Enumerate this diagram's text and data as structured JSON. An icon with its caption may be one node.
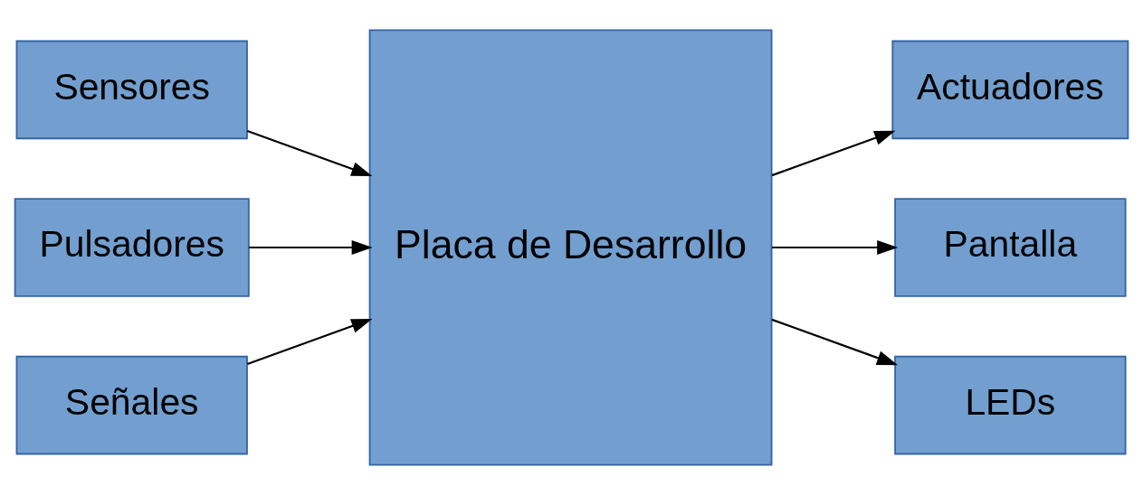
{
  "diagram": {
    "nodes": [
      {
        "text": [
          "Sensores"
        ]
      },
      {
        "text": [
          "Pulsadores"
        ]
      },
      {
        "text": [
          "Señales"
        ]
      },
      {
        "text": [
          "Placa de Desarrollo"
        ]
      },
      {
        "text": [
          "Actuadores"
        ]
      },
      {
        "text": [
          "Pantalla"
        ]
      },
      {
        "text": [
          "LEDs"
        ]
      }
    ],
    "edges": [
      {
        "from": 0,
        "to": 3,
        "arrow": "to"
      },
      {
        "from": 1,
        "to": 3,
        "arrow": "to"
      },
      {
        "from": 2,
        "to": 3,
        "arrow": "to"
      },
      {
        "from": 3,
        "to": 4,
        "arrow": "to"
      },
      {
        "from": 3,
        "to": 5,
        "arrow": "to"
      },
      {
        "from": 3,
        "to": 6,
        "arrow": "to"
      }
    ]
  }
}
